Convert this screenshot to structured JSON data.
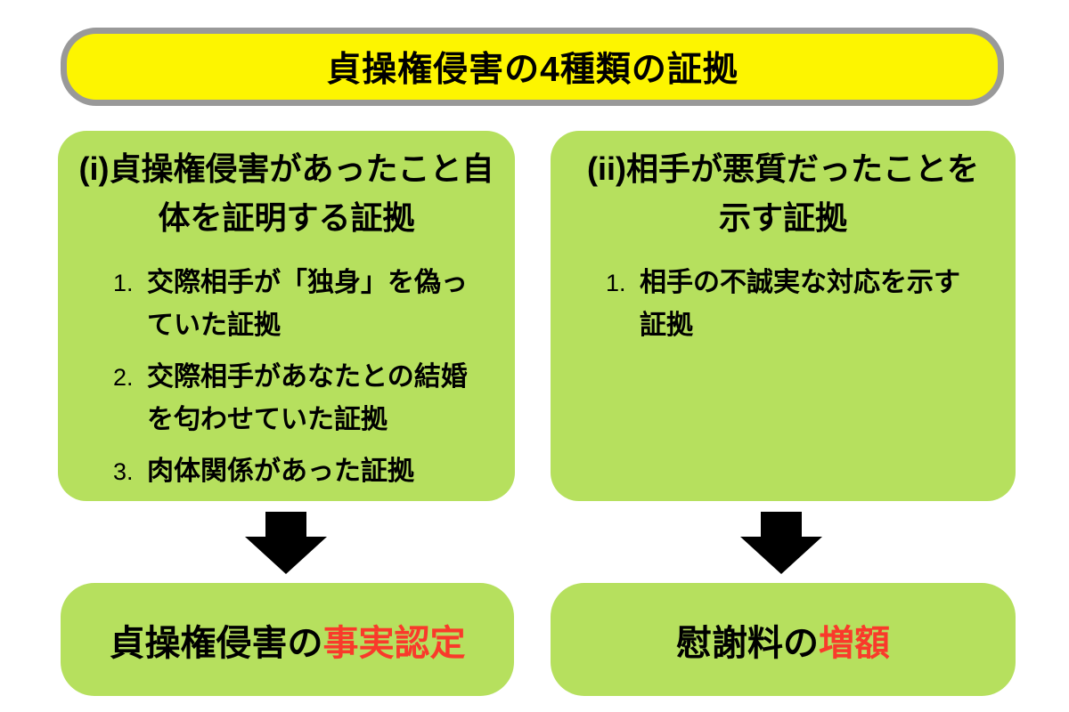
{
  "header": {
    "title": "貞操権侵害の4種類の証拠"
  },
  "columns": [
    {
      "box": {
        "title": "(i)貞操権侵害があったこと自\n体を証明する証拠",
        "items": [
          {
            "marker": "1.",
            "text": "交際相手が「独身」を偽っ\nていた証拠"
          },
          {
            "marker": "2.",
            "text": "交際相手があなたとの結婚\nを匂わせていた証拠"
          },
          {
            "marker": "3.",
            "text": "肉体関係があった証拠"
          }
        ]
      },
      "result": {
        "prefix": "貞操権侵害の",
        "highlight": "事実認定"
      }
    },
    {
      "box": {
        "title": "(ii)相手が悪質だったことを\n示す証拠",
        "items": [
          {
            "marker": "1.",
            "text": "相手の不誠実な対応を示す\n証拠"
          }
        ]
      },
      "result": {
        "prefix": "慰謝料の",
        "highlight": "増額"
      }
    }
  ],
  "colors": {
    "banner_fill": "#fdf500",
    "banner_border": "#999999",
    "box_green": "#b6e05e",
    "highlight_red": "#f93a2b",
    "arrow_black": "#000000",
    "text_black": "#000000",
    "background": "#ffffff"
  }
}
